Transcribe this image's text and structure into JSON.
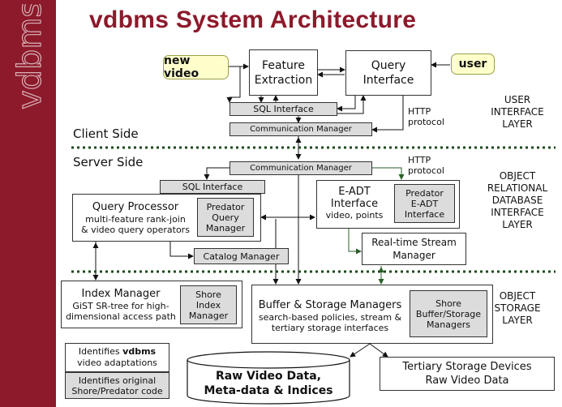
{
  "sidebar": {
    "vertical_label": "vdbms"
  },
  "title": "vdbms System Architecture",
  "inputs": {
    "new_video": "new video",
    "user": "user"
  },
  "client": {
    "feature_extraction": [
      "Feature",
      "Extraction"
    ],
    "query_interface": [
      "Query",
      "Interface"
    ],
    "sql_interface": "SQL Interface",
    "communication_manager": "Communication Manager",
    "http_protocol": [
      "HTTP",
      "protocol"
    ],
    "side_label": "Client Side"
  },
  "server": {
    "side_label": "Server Side",
    "communication_manager": "Communication Manager",
    "http_protocol": [
      "HTTP",
      "protocol"
    ],
    "sql_interface": "SQL Interface",
    "query_processor": {
      "title": "Query Processor",
      "line1": "multi-feature rank-join",
      "line2": "& video query operators",
      "manager": [
        "Predator",
        "Query",
        "Manager"
      ]
    },
    "eadt": {
      "title": [
        "E-ADT",
        "Interface"
      ],
      "subtitle": "video, points",
      "manager": [
        "Predator",
        "E-ADT",
        "Interface"
      ]
    },
    "catalog_manager": "Catalog Manager",
    "stream_manager": [
      "Real-time Stream",
      "Manager"
    ]
  },
  "storage": {
    "index_manager": {
      "title": "Index Manager",
      "line1": "GiST SR-tree for high-",
      "line2": "dimensional access path",
      "manager": [
        "Shore",
        "Index",
        "Manager"
      ]
    },
    "buffer_manager": {
      "title": "Buffer & Storage Managers",
      "line1": "search-based policies, stream &",
      "line2": "tertiary storage interfaces",
      "manager": [
        "Shore",
        "Buffer/Storage",
        "Managers"
      ]
    },
    "raw_video": [
      "Raw Video Data,",
      "Meta-data & Indices"
    ],
    "tertiary": [
      "Tertiary Storage Devices",
      "Raw Video Data"
    ]
  },
  "layers": {
    "user_interface": [
      "USER",
      "INTERFACE",
      "LAYER"
    ],
    "object_relational": [
      "OBJECT",
      "RELATIONAL",
      "DATABASE",
      "INTERFACE",
      "LAYER"
    ],
    "object_storage": [
      "OBJECT",
      "STORAGE",
      "LAYER"
    ]
  },
  "legend": {
    "vdbms_prefix": "Identifies ",
    "vdbms_bold": "vdbms",
    "vdbms_line2": "video adaptations",
    "shore_line1": "Identifies original",
    "shore_line2": "Shore/Predator code"
  },
  "colors": {
    "sidebar": "#8c1a2b",
    "title": "#8c1a2b",
    "input_fill": "#ffffcc",
    "original_fill": "#dcdcdc",
    "arrow_green": "#2a5e2a"
  }
}
